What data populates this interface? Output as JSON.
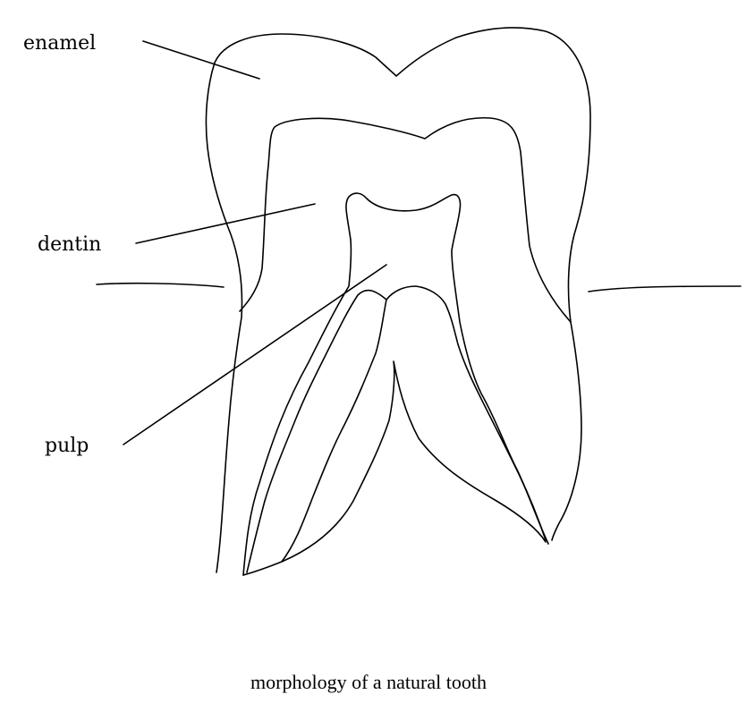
{
  "labels": {
    "enamel": "enamel",
    "dentin": "dentin",
    "pulp": "pulp"
  },
  "caption": "morphology of a natural tooth",
  "colors": {
    "ink": "#000000",
    "background": "#ffffff"
  }
}
